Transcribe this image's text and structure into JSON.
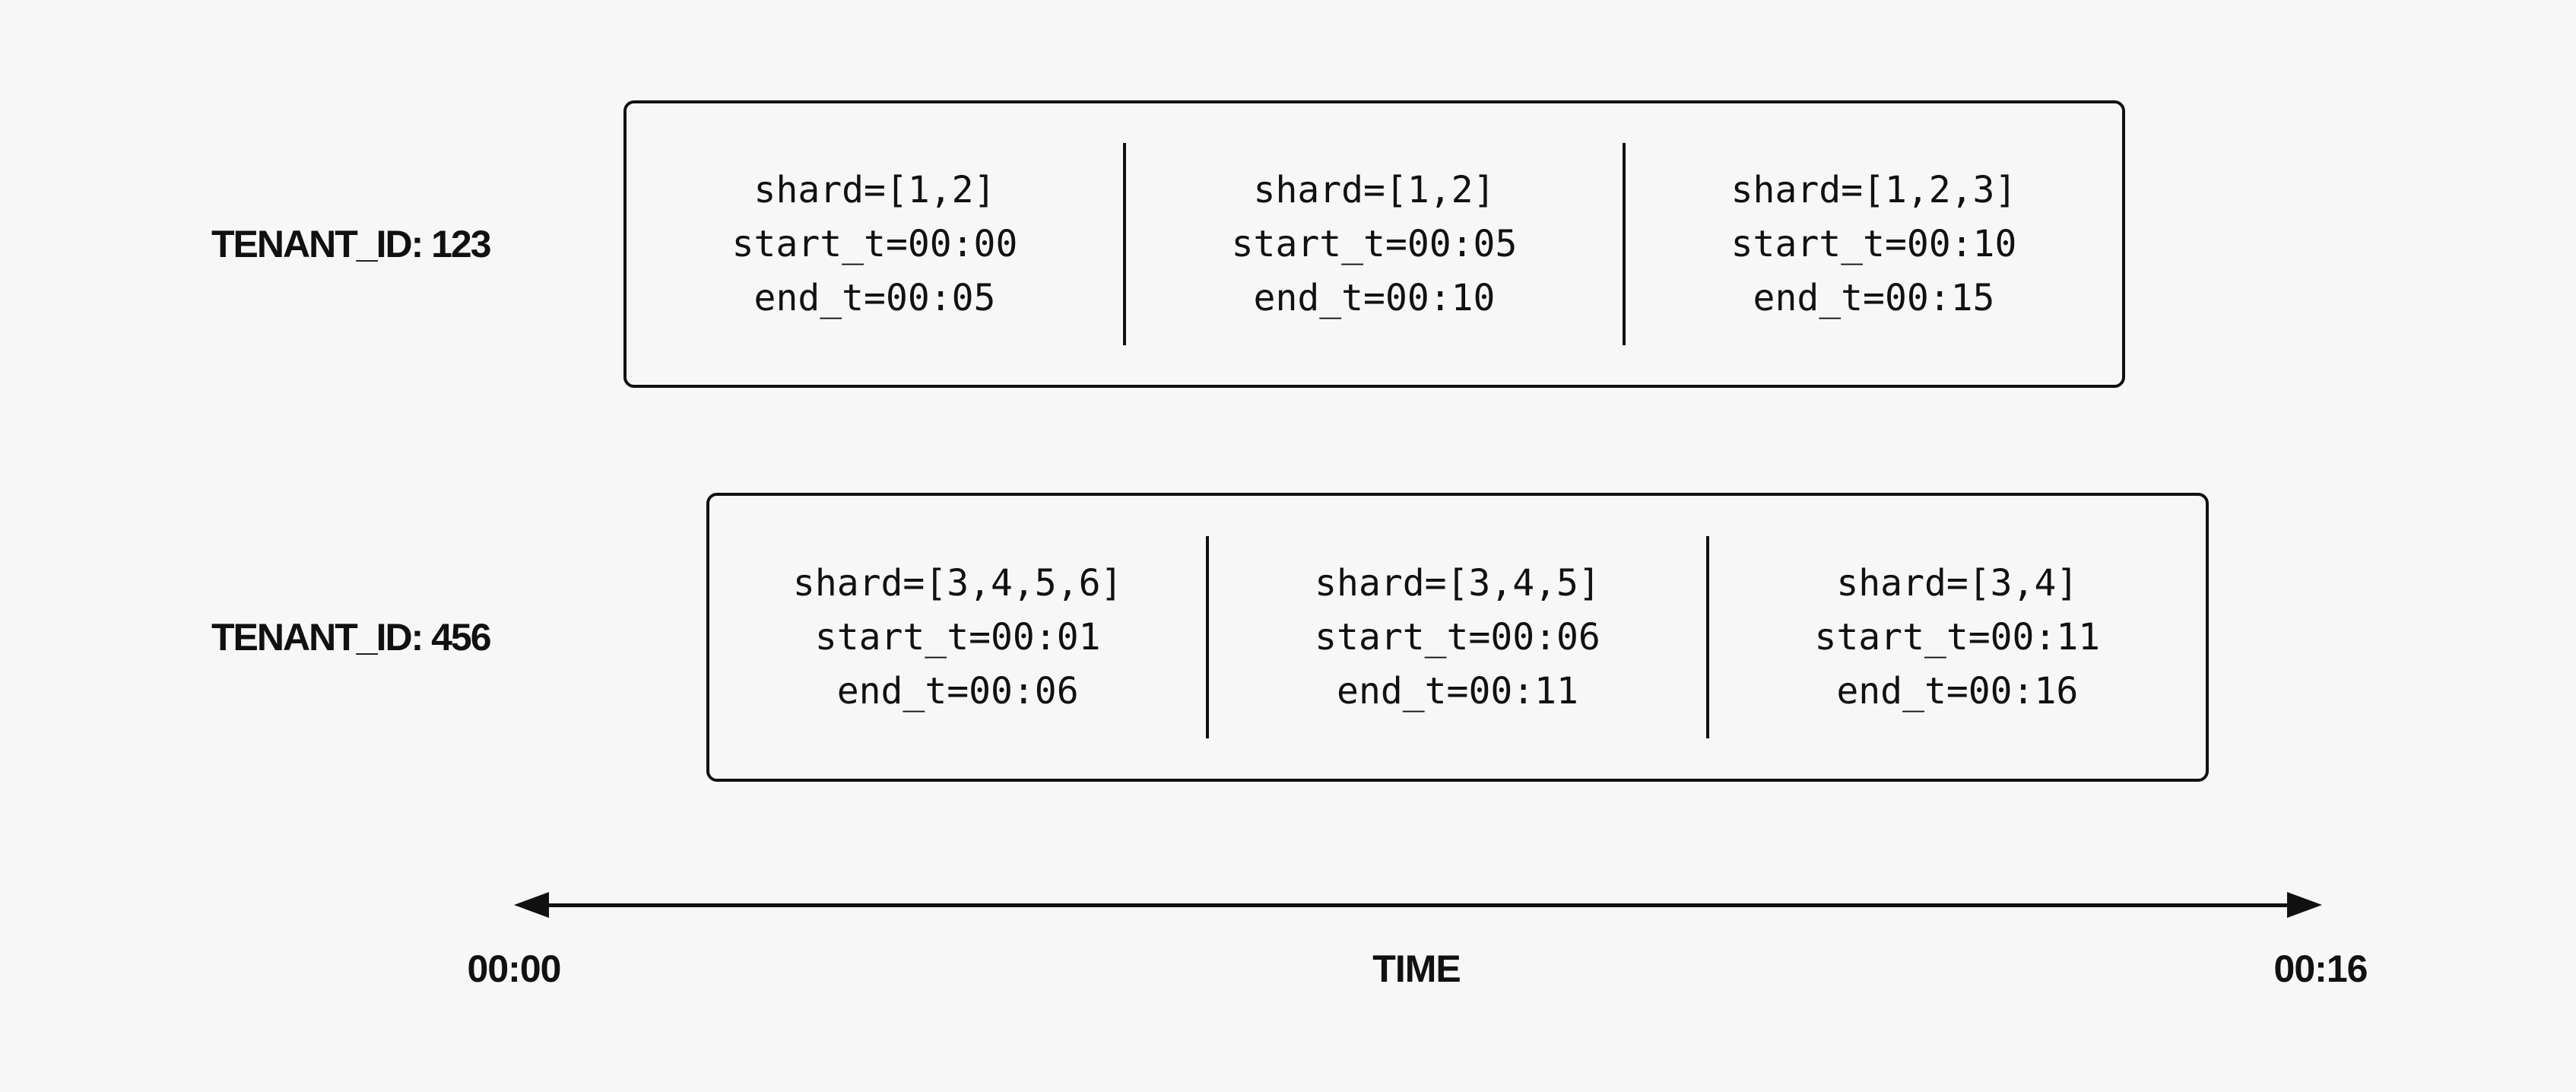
{
  "canvas": {
    "background_color": "#f7f7f8",
    "ink_color": "#111111"
  },
  "tenants": [
    {
      "label": "TENANT_ID: 123",
      "segments": [
        {
          "shard": "shard=[1,2]",
          "start": "start_t=00:00",
          "end": "end_t=00:05"
        },
        {
          "shard": "shard=[1,2]",
          "start": "start_t=00:05",
          "end": "end_t=00:10"
        },
        {
          "shard": "shard=[1,2,3]",
          "start": "start_t=00:10",
          "end": "end_t=00:15"
        }
      ]
    },
    {
      "label": "TENANT_ID: 456",
      "segments": [
        {
          "shard": "shard=[3,4,5,6]",
          "start": "start_t=00:01",
          "end": "end_t=00:06"
        },
        {
          "shard": "shard=[3,4,5]",
          "start": "start_t=00:06",
          "end": "end_t=00:11"
        },
        {
          "shard": "shard=[3,4]",
          "start": "start_t=00:11",
          "end": "end_t=00:16"
        }
      ]
    }
  ],
  "axis": {
    "start_label": "00:00",
    "title": "TIME",
    "end_label": "00:16"
  }
}
